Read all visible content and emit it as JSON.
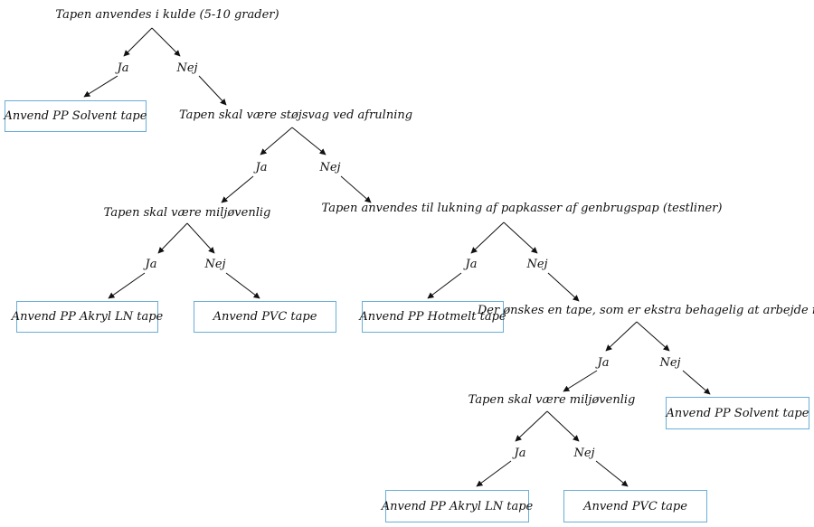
{
  "tree": {
    "q1": "Tapen anvendes i kulde (5-10 grader)",
    "q1_yes": "Ja",
    "q1_no": "Nej",
    "q1_result": "Anvend PP Solvent tape",
    "q2": "Tapen skal være støjsvag ved afrulning",
    "q2_yes": "Ja",
    "q2_no": "Nej",
    "q3": "Tapen skal være miljøvenlig",
    "q3_yes": "Ja",
    "q3_no": "Nej",
    "q3_yes_result": "Anvend PP Akryl LN tape",
    "q3_no_result": "Anvend PVC tape",
    "q4": "Tapen anvendes til lukning af papkasser af genbrugspap (testliner)",
    "q4_yes": "Ja",
    "q4_no": "Nej",
    "q4_yes_result": "Anvend PP Hotmelt tape",
    "q5": "Der ønskes en tape, som er ekstra behagelig at arbejde med",
    "q5_yes": "Ja",
    "q5_no": "Nej",
    "q5_no_result": "Anvend PP Solvent tape",
    "q6": "Tapen skal være miljøvenlig",
    "q6_yes": "Ja",
    "q6_no": "Nej",
    "q6_yes_result": "Anvend PP Akryl LN tape",
    "q6_no_result": "Anvend PVC tape"
  },
  "colors": {
    "box_border": "#6aaed6",
    "line": "#111111"
  }
}
